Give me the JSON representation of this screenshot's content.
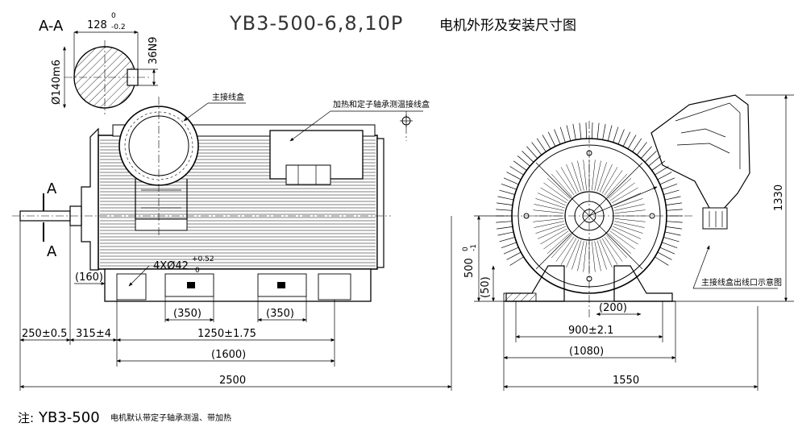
{
  "title": {
    "model": "YB3-500-6,8,10P",
    "description": "电机外形及安装尺寸图"
  },
  "section": {
    "label": "A-A",
    "width_dim": "128",
    "width_tol_upper": "0",
    "width_tol_lower": "-0.2",
    "key_dim": "36N9",
    "shaft_dim": "Ø140m6"
  },
  "markers": {
    "left_top": "A",
    "left_bottom": "A"
  },
  "annotations": {
    "main_box": "主接线盒",
    "aux_box": "加热和定子轴承测温接线盒",
    "outlet_note": "主接线盒出线口示意图"
  },
  "dimensions_side": {
    "hole": "4XØ42",
    "hole_tol_upper": "+0.52",
    "hole_tol_lower": "0",
    "d160": "(160)",
    "d350a": "(350)",
    "d350b": "(350)",
    "d250": "250±0.5",
    "d315": "315±4",
    "d1250": "1250±1.75",
    "d1600": "(1600)",
    "d2500": "2500"
  },
  "dimensions_front": {
    "height": "500",
    "height_tol_upper": "0",
    "height_tol_lower": "-1",
    "d50": "(50)",
    "d200": "(200)",
    "d900": "900±2.1",
    "d1080": "(1080)",
    "d1550": "1550",
    "d1330": "1330"
  },
  "note": {
    "prefix": "注:",
    "model": "YB3-500",
    "text": "电机默认带定子轴承测温、带加热"
  }
}
